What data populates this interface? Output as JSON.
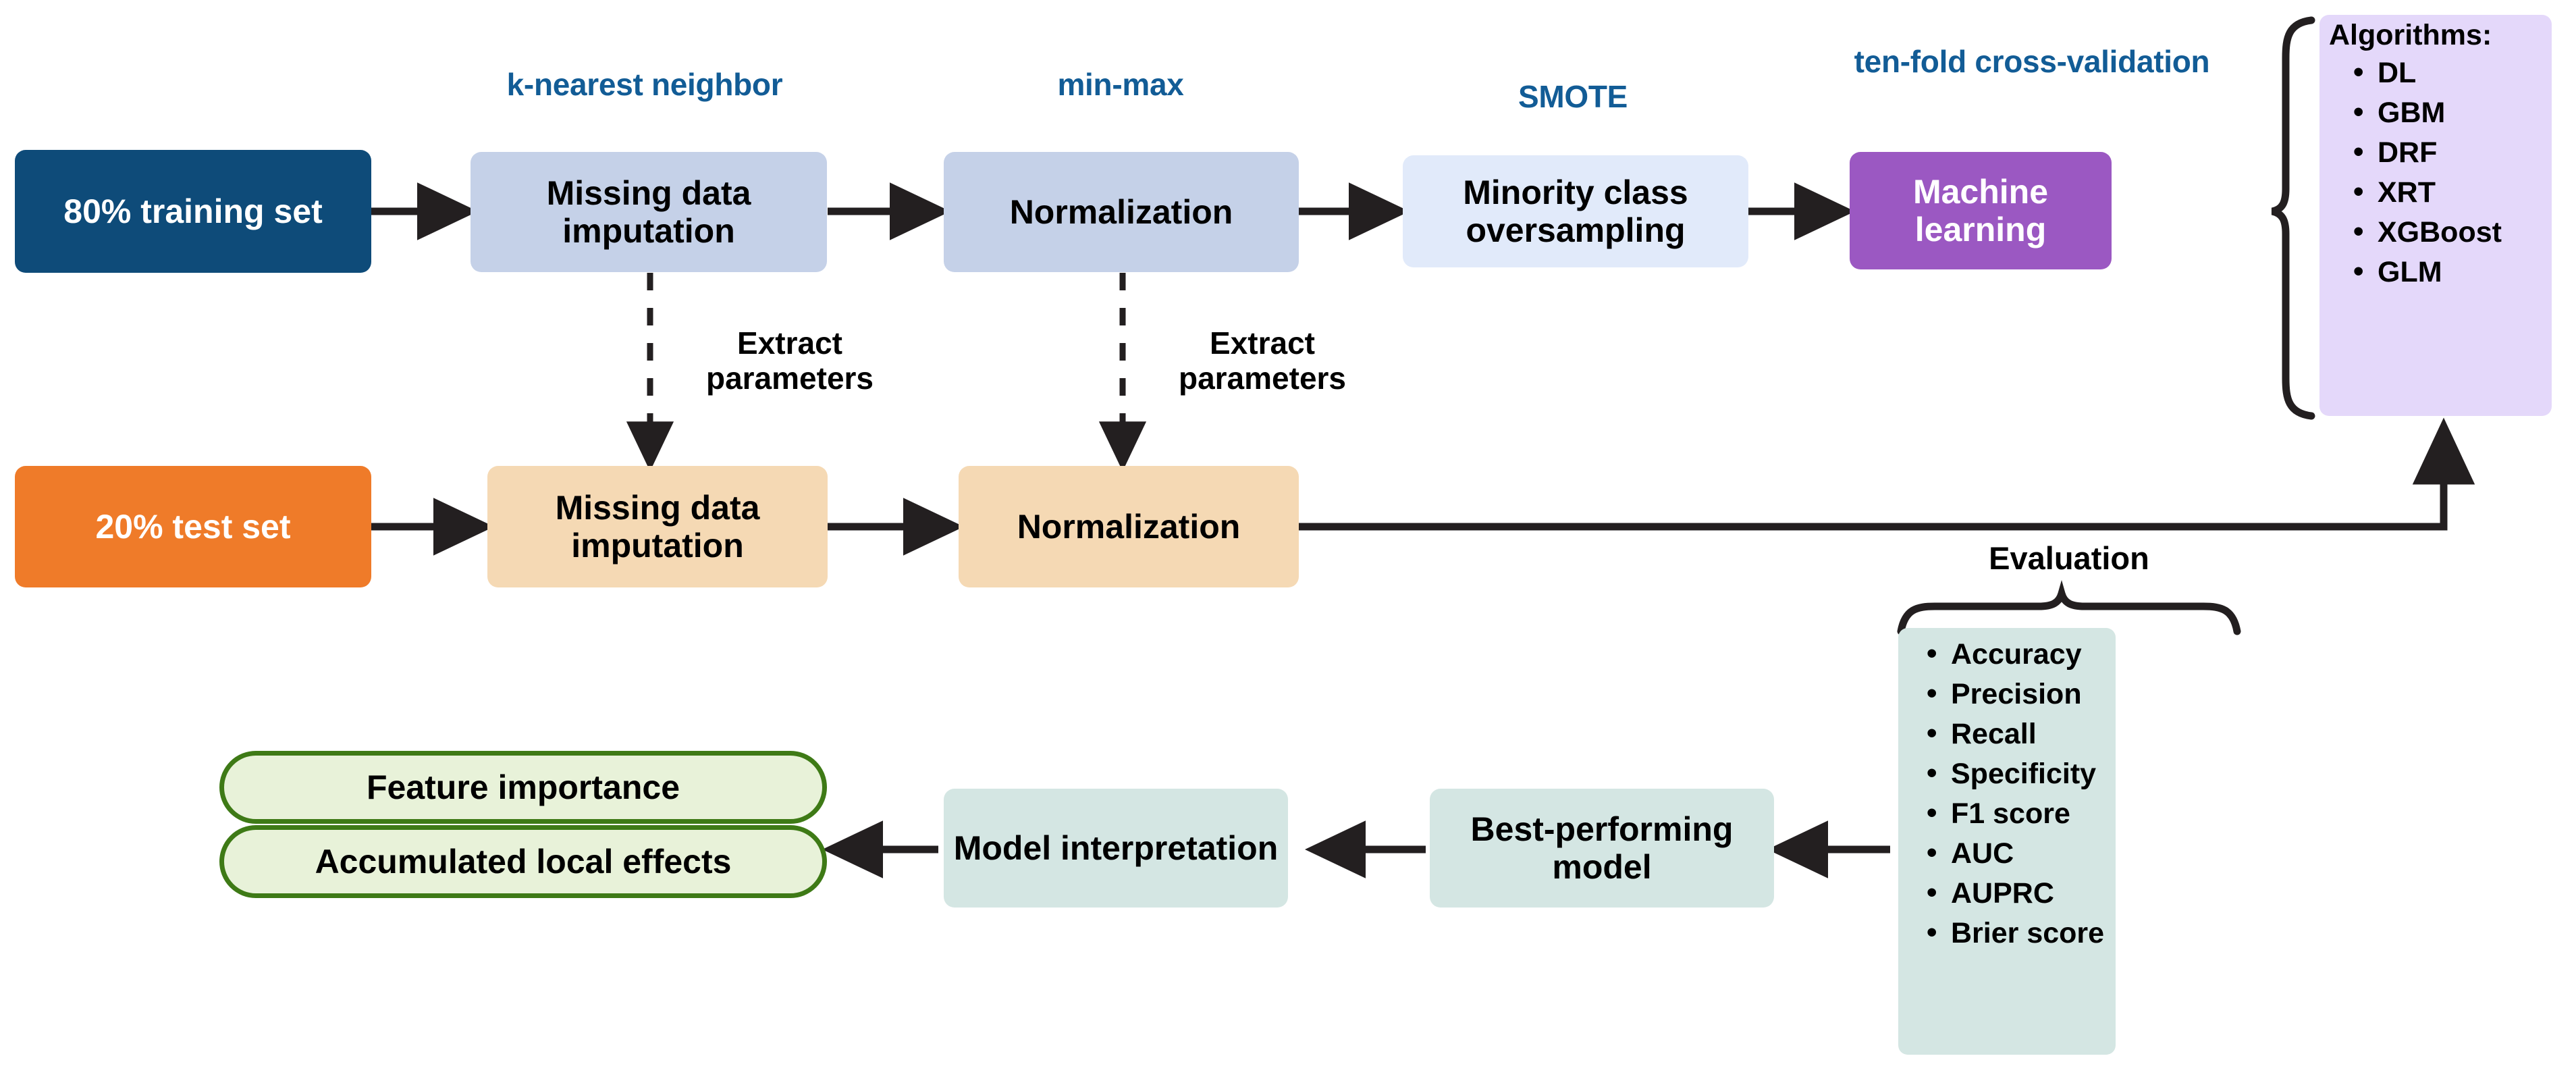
{
  "diagram": {
    "title": "Machine learning pipeline flowchart",
    "colors": {
      "train_set_fill": "#0E4B79",
      "train_step_fill": "#C5D1E8",
      "smote_fill": "#E1EAFA",
      "ml_fill": "#9B58C2",
      "test_set_fill": "#EF7B29",
      "test_step_fill": "#F5D9B4",
      "algorithms_fill": "#E4D8FA",
      "eval_fill": "#D4E6E3",
      "interp_fill": "#D4E6E3",
      "output_fill": "#E8F2D9",
      "output_border": "#3E7A16",
      "label_blue": "#125C96",
      "arrow": "#231F20"
    },
    "train_row": {
      "source": {
        "label": "80% training set"
      },
      "steps": [
        {
          "caption": "k-nearest neighbor",
          "label": "Missing data imputation"
        },
        {
          "caption": "min-max",
          "label": "Normalization"
        },
        {
          "caption": "SMOTE",
          "label": "Minority class oversampling"
        },
        {
          "caption": "ten-fold cross-validation",
          "label": "Machine learning"
        }
      ]
    },
    "test_row": {
      "source": {
        "label": "20% test set"
      },
      "steps": [
        {
          "label": "Missing data imputation"
        },
        {
          "label": "Normalization"
        }
      ]
    },
    "extract_labels": [
      {
        "line1": "Extract",
        "line2": "parameters"
      },
      {
        "line1": "Extract",
        "line2": "parameters"
      }
    ],
    "algorithms_panel": {
      "title": "Algorithms:",
      "items": [
        "DL",
        "GBM",
        "DRF",
        "XRT",
        "XGBoost",
        "GLM"
      ]
    },
    "evaluation_panel": {
      "title": "Evaluation",
      "items": [
        "Accuracy",
        "Precision",
        "Recall",
        "Specificity",
        "F1 score",
        "AUC",
        "AUPRC",
        "Brier score"
      ]
    },
    "bottom_row": {
      "best_model": {
        "label": "Best-performing model"
      },
      "interpretation": {
        "label": "Model interpretation"
      },
      "outputs": [
        {
          "label": "Feature importance"
        },
        {
          "label": "Accumulated local effects"
        }
      ]
    }
  }
}
